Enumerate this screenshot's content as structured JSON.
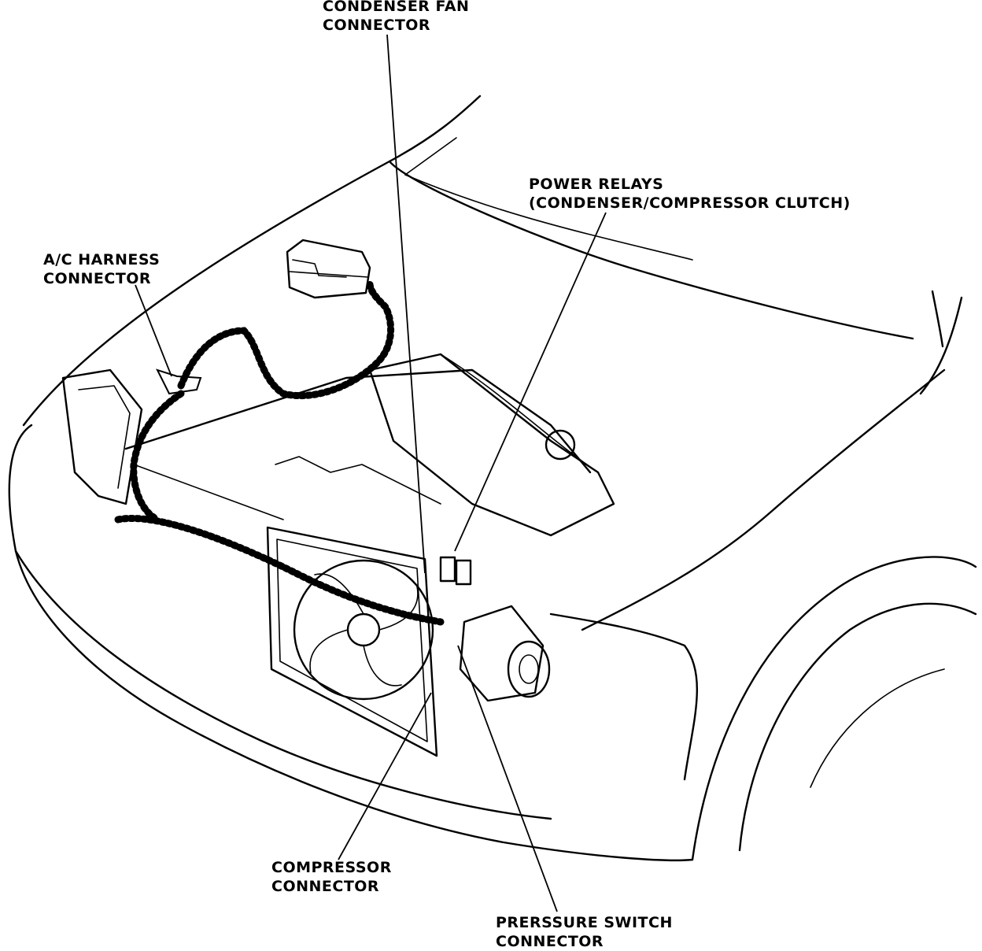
{
  "figure": {
    "labels": {
      "condenser_fan_connector": [
        "CONDENSER FAN",
        "CONNECTOR"
      ],
      "power_relays": [
        "POWER RELAYS",
        "(CONDENSER/COMPRESSOR CLUTCH)"
      ],
      "ac_harness_connector": [
        "A/C HARNESS",
        "CONNECTOR"
      ],
      "compressor_connector": [
        "COMPRESSOR",
        "CONNECTOR"
      ],
      "pressure_switch_connector": [
        "PRERSSURE SWITCH",
        "CONNECTOR"
      ]
    }
  }
}
